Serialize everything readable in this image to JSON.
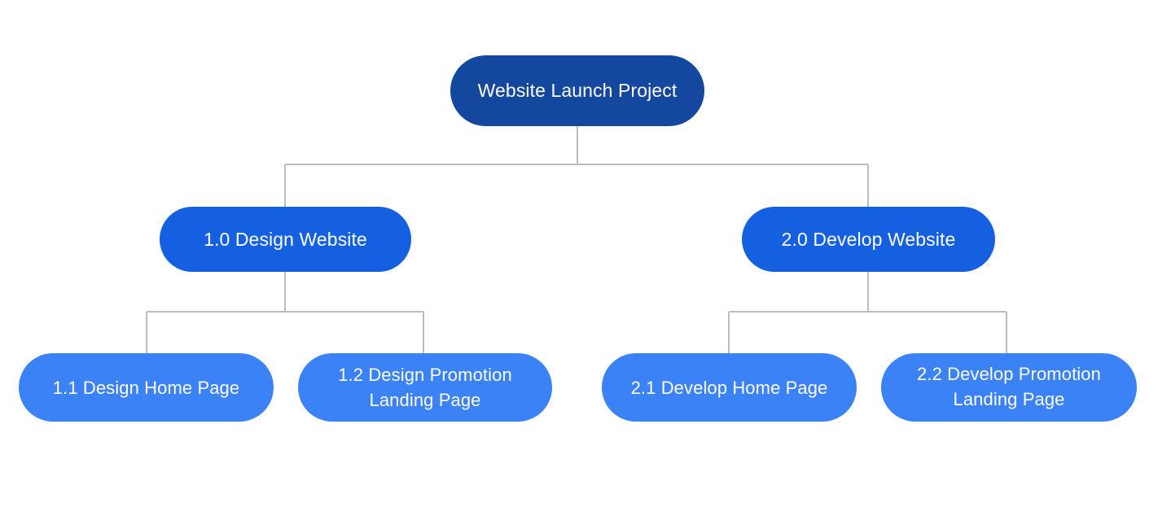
{
  "diagram": {
    "type": "work-breakdown-structure",
    "title": "Website Launch Project",
    "background_color": "#ffffff",
    "connector_color": "#bdbdbd",
    "text_color": "#ffffff",
    "levels": [
      {
        "level": 1,
        "fill_color": "#14479e"
      },
      {
        "level": 2,
        "fill_color": "#1560e0"
      },
      {
        "level": 3,
        "fill_color": "#3b82f6"
      }
    ]
  },
  "nodes": {
    "root": {
      "label": "Website Launch Project"
    },
    "branch_1": {
      "label": "1.0 Design Website"
    },
    "branch_2": {
      "label": "2.0 Develop Website"
    },
    "leaf_1_1": {
      "label": "1.1 Design Home Page"
    },
    "leaf_1_2": {
      "label": "1.2 Design Promotion Landing Page"
    },
    "leaf_2_1": {
      "label": "2.1 Develop Home Page"
    },
    "leaf_2_2": {
      "label": "2.2 Develop Promotion Landing Page"
    }
  }
}
